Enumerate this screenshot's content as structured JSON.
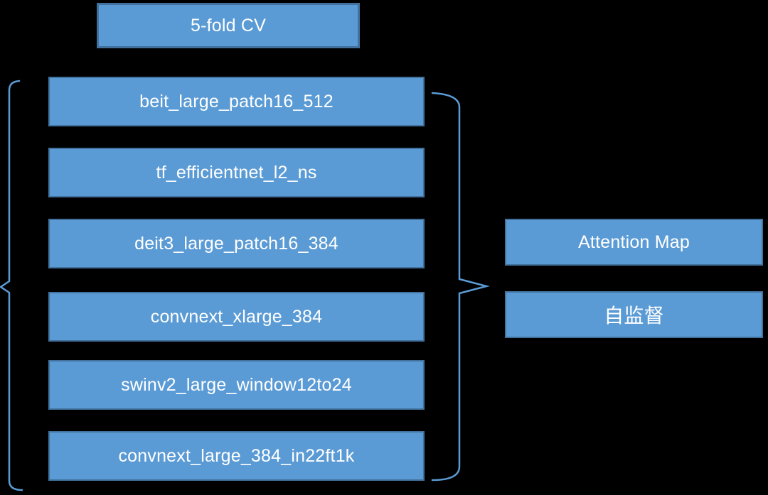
{
  "diagram": {
    "title_box": {
      "label": "5-fold CV"
    },
    "models": [
      "beit_large_patch16_512",
      "tf_efficientnet_l2_ns",
      "deit3_large_patch16_384",
      "convnext_xlarge_384",
      "swinv2_large_window12to24",
      "convnext_large_384_in22ft1k"
    ],
    "right_boxes": [
      "Attention Map",
      "自监督"
    ],
    "colors": {
      "background": "#000000",
      "box_fill": "#5B9BD5",
      "box_border": "#41719C",
      "brace_line": "#5B9BD5",
      "text": "#FFFFFF"
    }
  }
}
